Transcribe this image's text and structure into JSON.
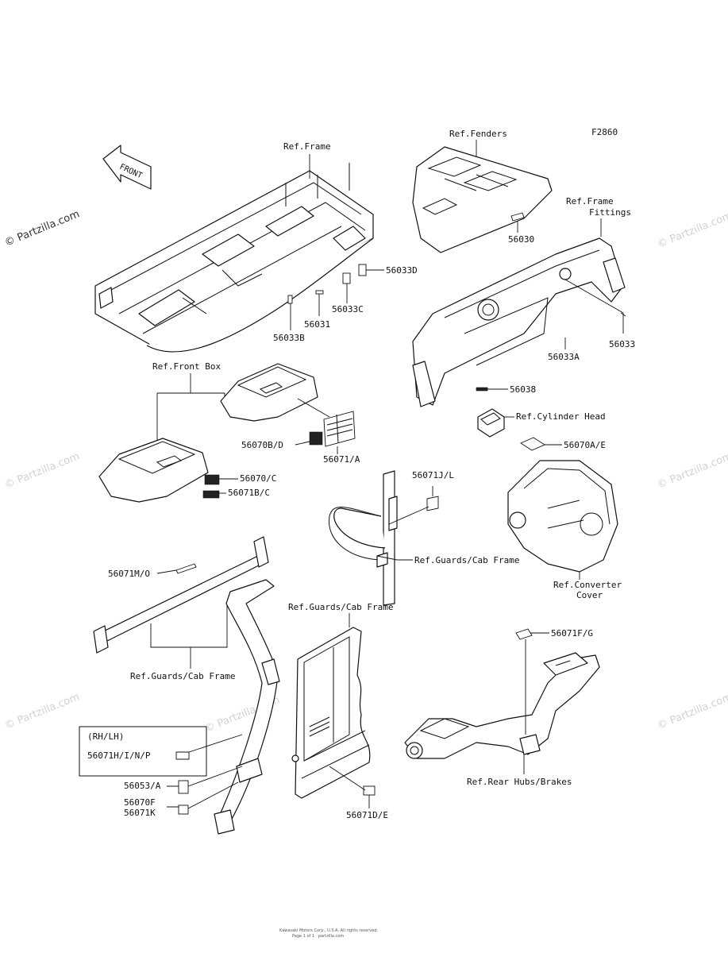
{
  "diagram": {
    "code": "F2860",
    "front_label": "FRONT",
    "watermark": "© Partzilla.com",
    "footer": [
      "Kawasaki Motors Corp., U.S.A. All rights reserved.",
      "Page 1 of 1 · partzilla.com"
    ],
    "refs": {
      "frame": "Ref.Frame",
      "fenders": "Ref.Fenders",
      "frame_fittings_1": "Ref.Frame",
      "frame_fittings_2": "Fittings",
      "front_box": "Ref.Front Box",
      "cylinder_head": "Ref.Cylinder Head",
      "guards_cab_frame_1": "Ref.Guards/Cab Frame",
      "converter_cover_1": "Ref.Converter",
      "converter_cover_2": "Cover",
      "guards_cab_frame_2": "Ref.Guards/Cab Frame",
      "guards_cab_frame_3": "Ref.Guards/Cab Frame",
      "rear_hubs_brakes": "Ref.Rear Hubs/Brakes"
    },
    "parts": {
      "p56033D": "56033D",
      "p56031": "56031",
      "p56033C": "56033C",
      "p56033B": "56033B",
      "p56030": "56030",
      "p56033": "56033",
      "p56033A": "56033A",
      "p56038": "56038",
      "p56070B_D": "56070B/D",
      "p56071_A": "56071/A",
      "p56070_C": "56070/C",
      "p56071B_C": "56071B/C",
      "p56070A_E": "56070A/E",
      "p56071J_L": "56071J/L",
      "p56071M_O": "56071M/O",
      "rh_lh": "(RH/LH)",
      "p56071H_I_N_P": "56071H/I/N/P",
      "p56053_A": "56053/A",
      "p56070F": "56070F",
      "p56071K": "56071K",
      "p56071D_E": "56071D/E",
      "p56071F_G": "56071F/G"
    }
  }
}
